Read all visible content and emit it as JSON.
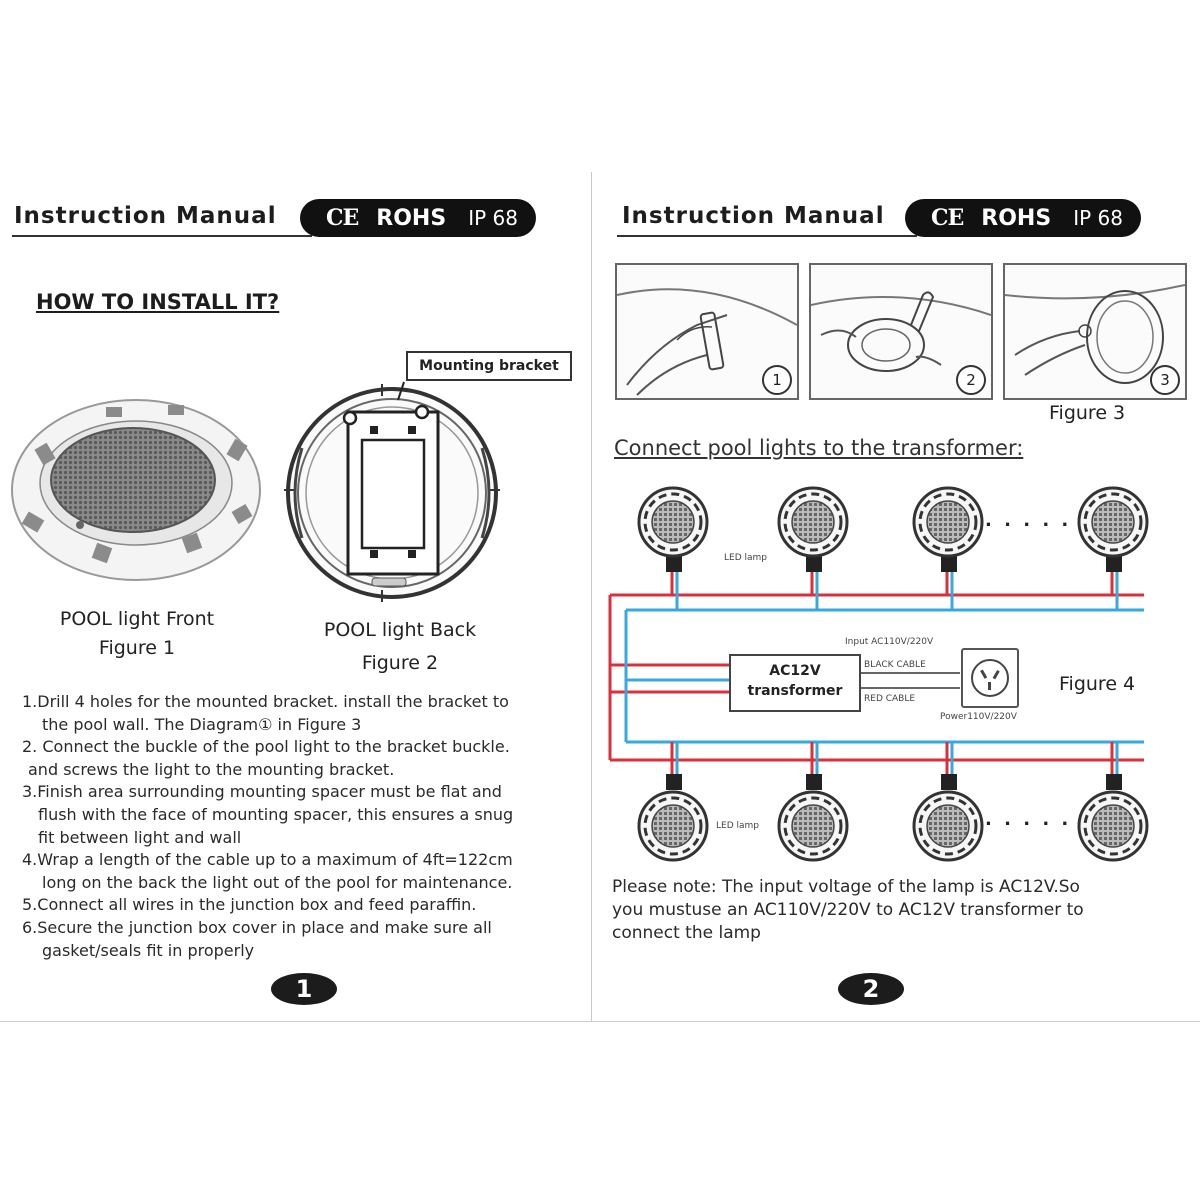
{
  "left_page": {
    "header": {
      "title": "Instruction Manual",
      "badge": {
        "ce": "CE",
        "rohs": "ROHS",
        "ip": "IP 68"
      }
    },
    "section_title": "HOW TO INSTALL IT?",
    "mounting_bracket_label": "Mounting bracket",
    "figure1": {
      "line1": "POOL light Front",
      "line2": "Figure 1"
    },
    "figure2": {
      "line1": "POOL light Back",
      "line2": "Figure 2"
    },
    "steps": [
      "1.Drill 4 holes for the mounted bracket.  install the bracket to",
      "   the pool wall. The  Diagram① in Figure 3",
      "2.  Connect the buckle of the pool light to the bracket  buckle.",
      " and screws the light to the mounting bracket.",
      "3.Finish area surrounding mounting spacer must be flat and",
      "   flush with the face of mounting spacer, this ensures a snug",
      "   fit between light and wall",
      "4.Wrap a length of the cable up to a maximum of 4ft=122cm",
      "   long on the back the light out of the pool for maintenance.",
      "5.Connect all wires in the junction box and feed paraffin.",
      "6.Secure the junction box cover in place and make sure all",
      "   gasket/seals fit in properly"
    ],
    "page_number": "1"
  },
  "right_page": {
    "header": {
      "title": "Instruction Manual",
      "badge": {
        "ce": "CE",
        "rohs": "ROHS",
        "ip": "IP 68"
      }
    },
    "figure3": {
      "steps": [
        "1",
        "2",
        "3"
      ],
      "caption": "Figure 3"
    },
    "section_title": "Connect pool lights to the transformer:",
    "figure4": {
      "caption": "Figure 4",
      "led_label_top": "LED lamp",
      "led_label_bottom": "LED lamp",
      "dots": ". . . . .",
      "transformer_line1": "AC12V",
      "transformer_line2": "transformer",
      "input_label": "Input AC110V/220V",
      "black_cable": "BLACK CABLE",
      "red_cable": "RED CABLE",
      "power_label": "Power110V/220V",
      "wire_colors": {
        "red": "#d9303a",
        "blue": "#38a9dc"
      }
    },
    "note": [
      "Please note: The input voltage of the lamp is AC12V.So",
      "you mustuse an AC110V/220V to AC12V transformer to",
      "connect the lamp"
    ],
    "page_number": "2"
  }
}
